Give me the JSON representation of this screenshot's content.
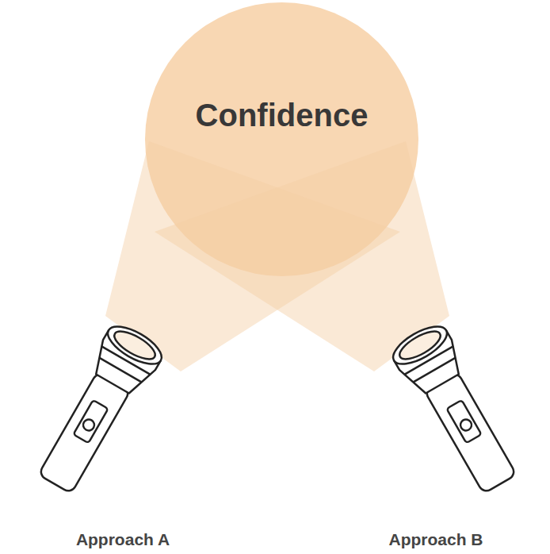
{
  "diagram": {
    "nodes": [
      {
        "text": [
          "Confidence"
        ]
      },
      {
        "text": [
          "Approach A"
        ]
      },
      {
        "text": [
          "Approach B"
        ]
      }
    ]
  }
}
